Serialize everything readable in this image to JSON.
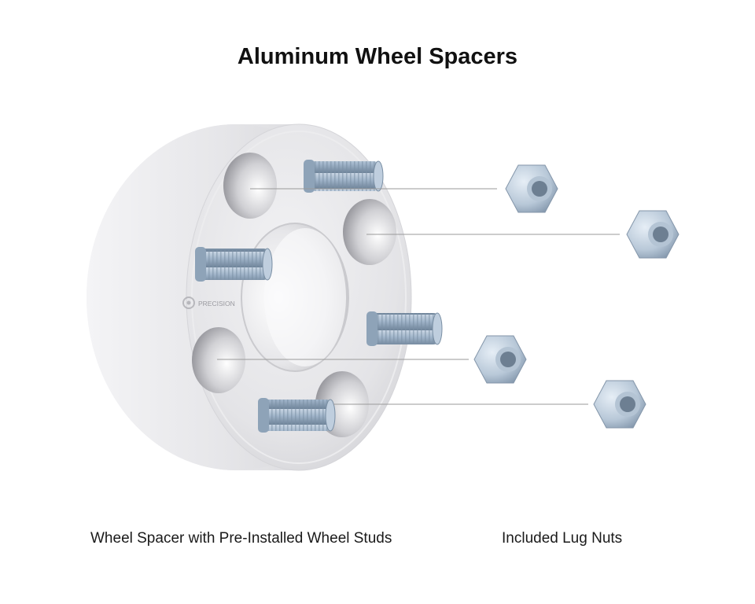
{
  "title": "Aluminum Wheel Spacers",
  "brand_mark": "PRECISION",
  "captions": {
    "spacer": "Wheel Spacer with Pre-Installed Wheel Studs",
    "lug_nuts": "Included Lug Nuts"
  },
  "colors": {
    "background": "#ffffff",
    "aluminum": "#e3e3e6",
    "zinc_stud": "#9fb3c8",
    "leader_line": "#9a9a9a"
  },
  "icons": [
    "wheel-spacer-image",
    "wheel-stud-icon",
    "lug-nut-icon"
  ]
}
